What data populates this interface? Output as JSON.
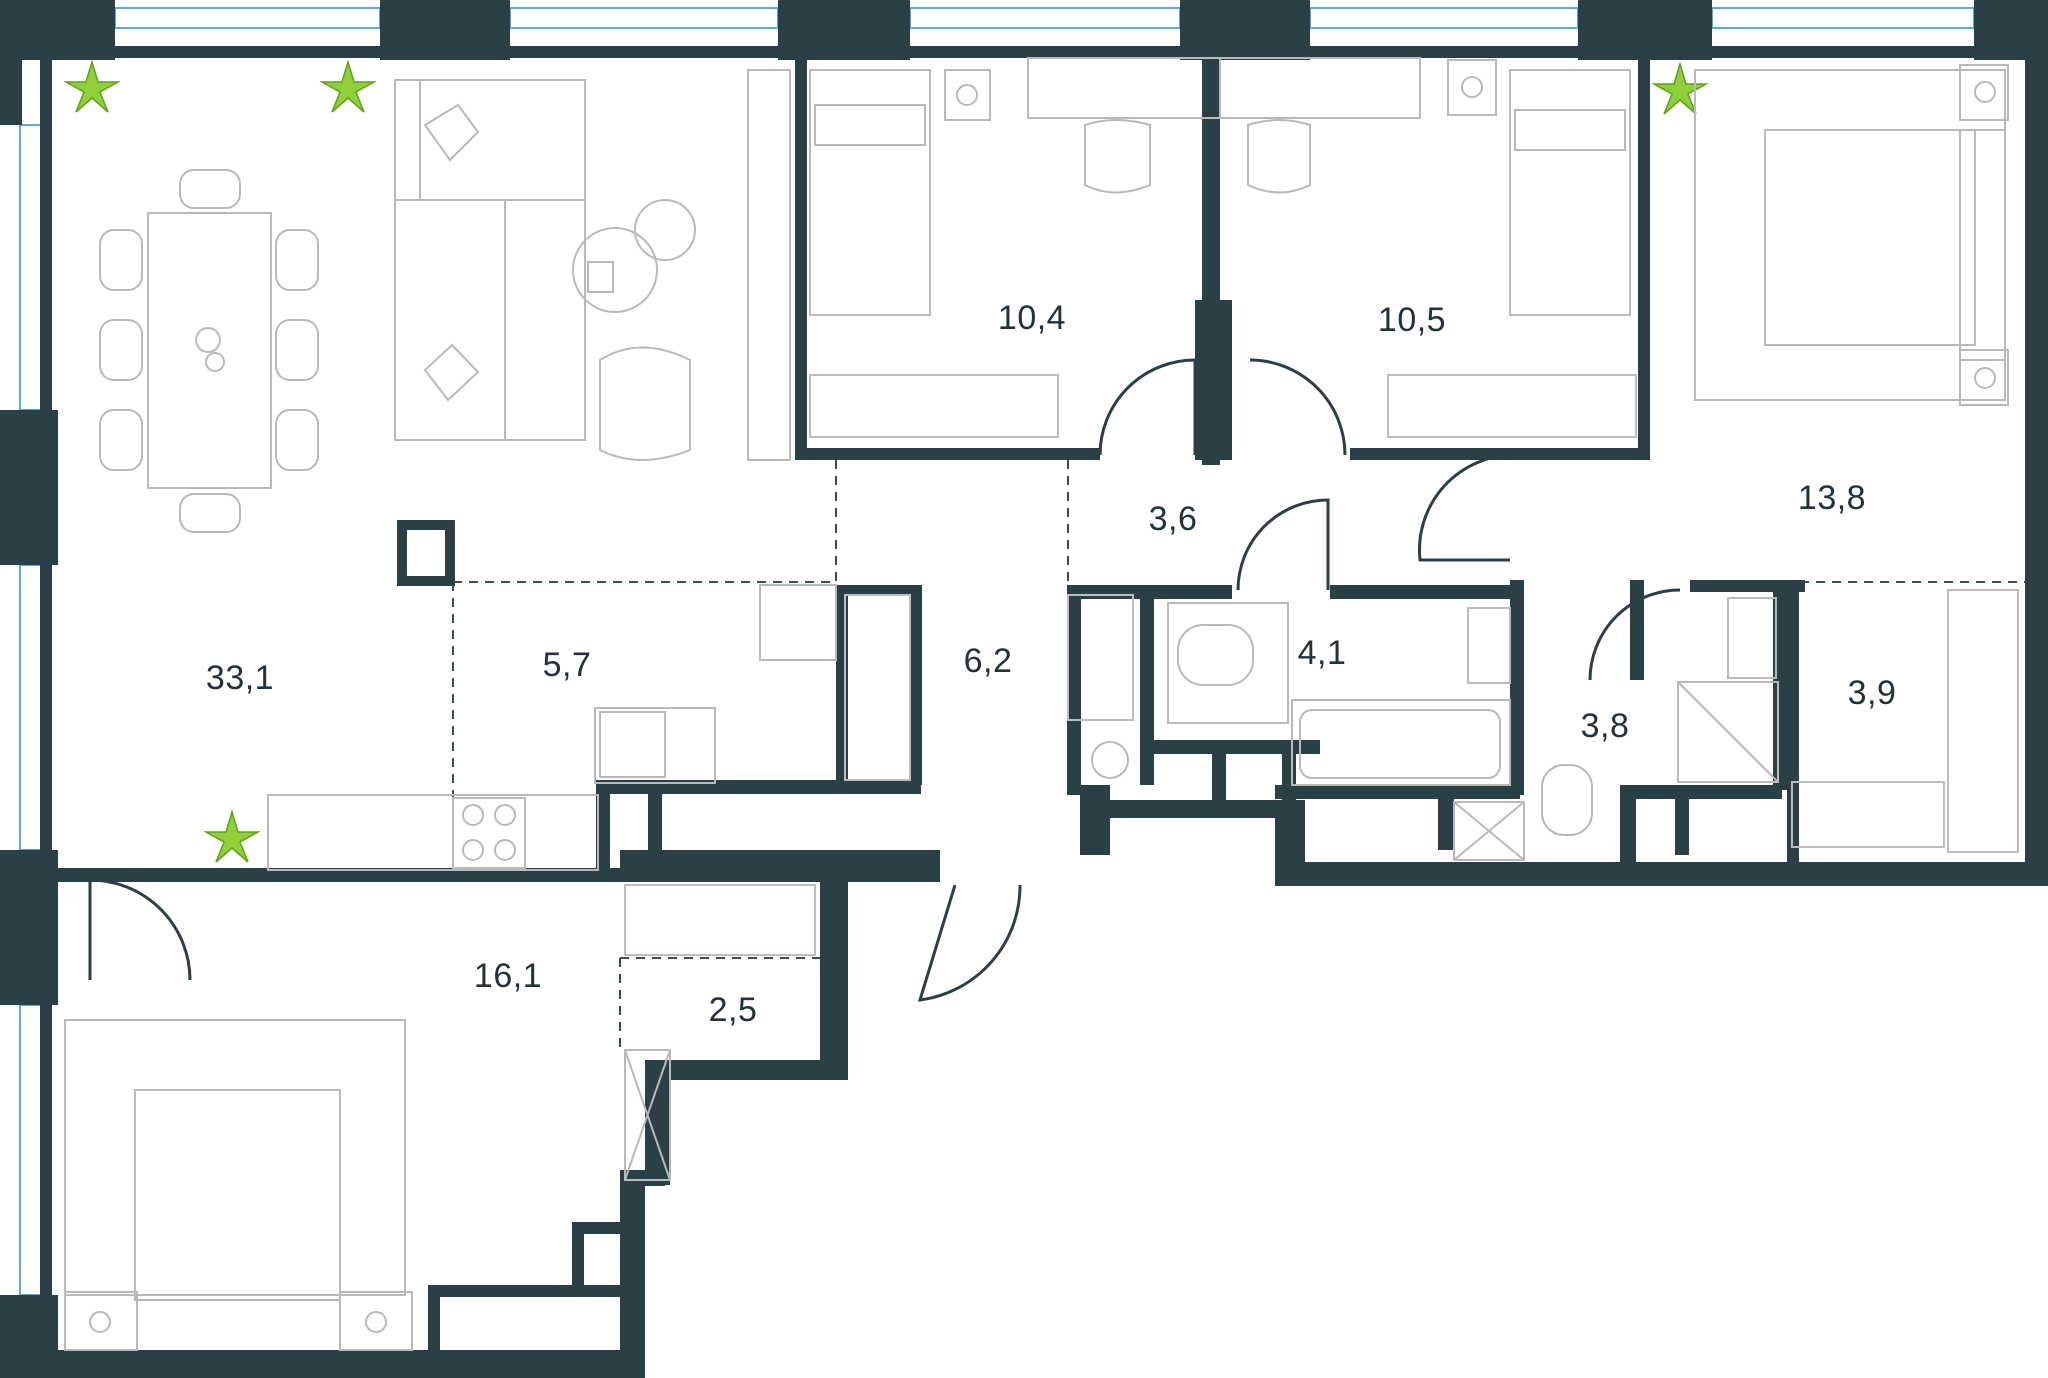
{
  "colors": {
    "wall": "#2b3f46",
    "window": "#5aa9d6",
    "furniture": "#b9b9b9",
    "plant": "#8fcf3a",
    "label": "#20333b"
  },
  "rooms": {
    "living": "33,1",
    "bedroom_sw": "16,1",
    "kitchen": "5,7",
    "hall": "6,2",
    "corridor": "3,6",
    "bedroom_1": "10,4",
    "bedroom_2": "10,5",
    "bedroom_master": "13,8",
    "bathroom": "4,1",
    "shower_room": "3,8",
    "dressing_e": "3,9",
    "dressing_s": "2,5"
  },
  "icons": [
    "plant-icon",
    "bed-icon",
    "sofa-icon",
    "table-icon",
    "chair-icon",
    "desk-icon",
    "bathtub-icon",
    "toilet-icon",
    "sink-icon",
    "shower-icon",
    "stove-icon",
    "washing-machine-icon",
    "wardrobe-icon"
  ]
}
